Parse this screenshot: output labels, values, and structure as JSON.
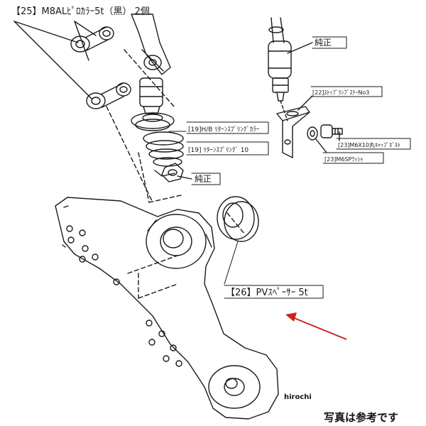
{
  "labels": {
    "part25": "【25】M8ALﾋﾟﾛｶﾗｰ5t（黒） 2個",
    "genuine_top": "純正",
    "part22": "[22]ｽﾄｯﾌﾟﾗﾝﾌﾟｽﾃｰNo3",
    "part19_collar": "[19]H/B ﾘﾀｰﾝｽﾌﾟﾘﾝｸﾞｶﾗｰ",
    "part23_bolt": "[23]M6X10丸ｷｬｯﾌﾟﾎﾞﾙﾄ",
    "part19_spring": "[19] ﾘﾀｰﾝｽﾌﾟﾘﾝｸﾞ 10",
    "part23_washer": "[23]M6SPﾜｯｼｬ",
    "genuine_nut": "純正",
    "part26": "【26】PVｽﾍﾟｰｻｰ 5t"
  },
  "watermark": {
    "brand": "hirochi",
    "caption": "写真は参考です"
  },
  "colors": {
    "line": "#1a1a1a",
    "arrow": "#cc2222"
  }
}
